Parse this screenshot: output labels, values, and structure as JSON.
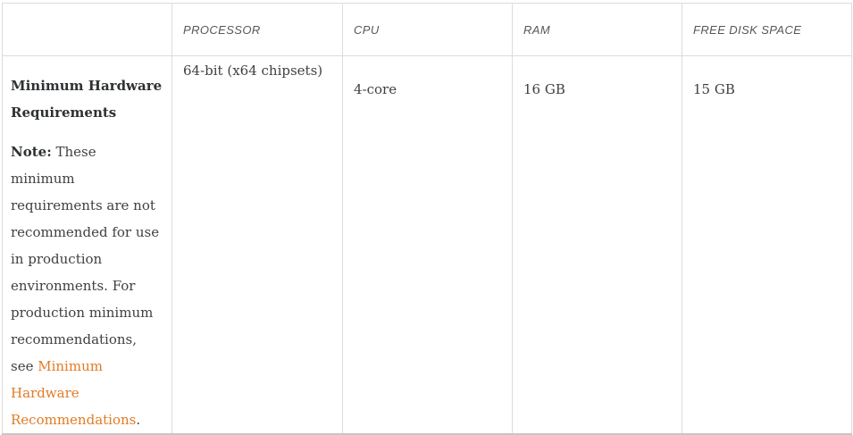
{
  "table": {
    "headers": [
      {
        "label": ""
      },
      {
        "label": "PROCESSOR"
      },
      {
        "label": "CPU"
      },
      {
        "label": "RAM"
      },
      {
        "label": "FREE DISK SPACE"
      }
    ],
    "row": {
      "title": "Minimum Hardware Requirements",
      "note_label": "Note:",
      "note_text": " These minimum requirements are not recommended for use in production environments. For production minimum recommendations, see ",
      "note_link": "Minimum Hardware Recommendations",
      "note_suffix": ".",
      "processor": "64-bit (x64 chipsets)",
      "cpu": "4-core",
      "ram": "16 GB",
      "free_disk_space": "15 GB"
    }
  },
  "colors": {
    "link": "#e17b24",
    "body_text": "#3e4143",
    "title_text": "#2e3133",
    "header_text": "#55585a",
    "border": "#dcdcdc",
    "border_bottom": "#c6c6c6",
    "background": "#ffffff"
  }
}
